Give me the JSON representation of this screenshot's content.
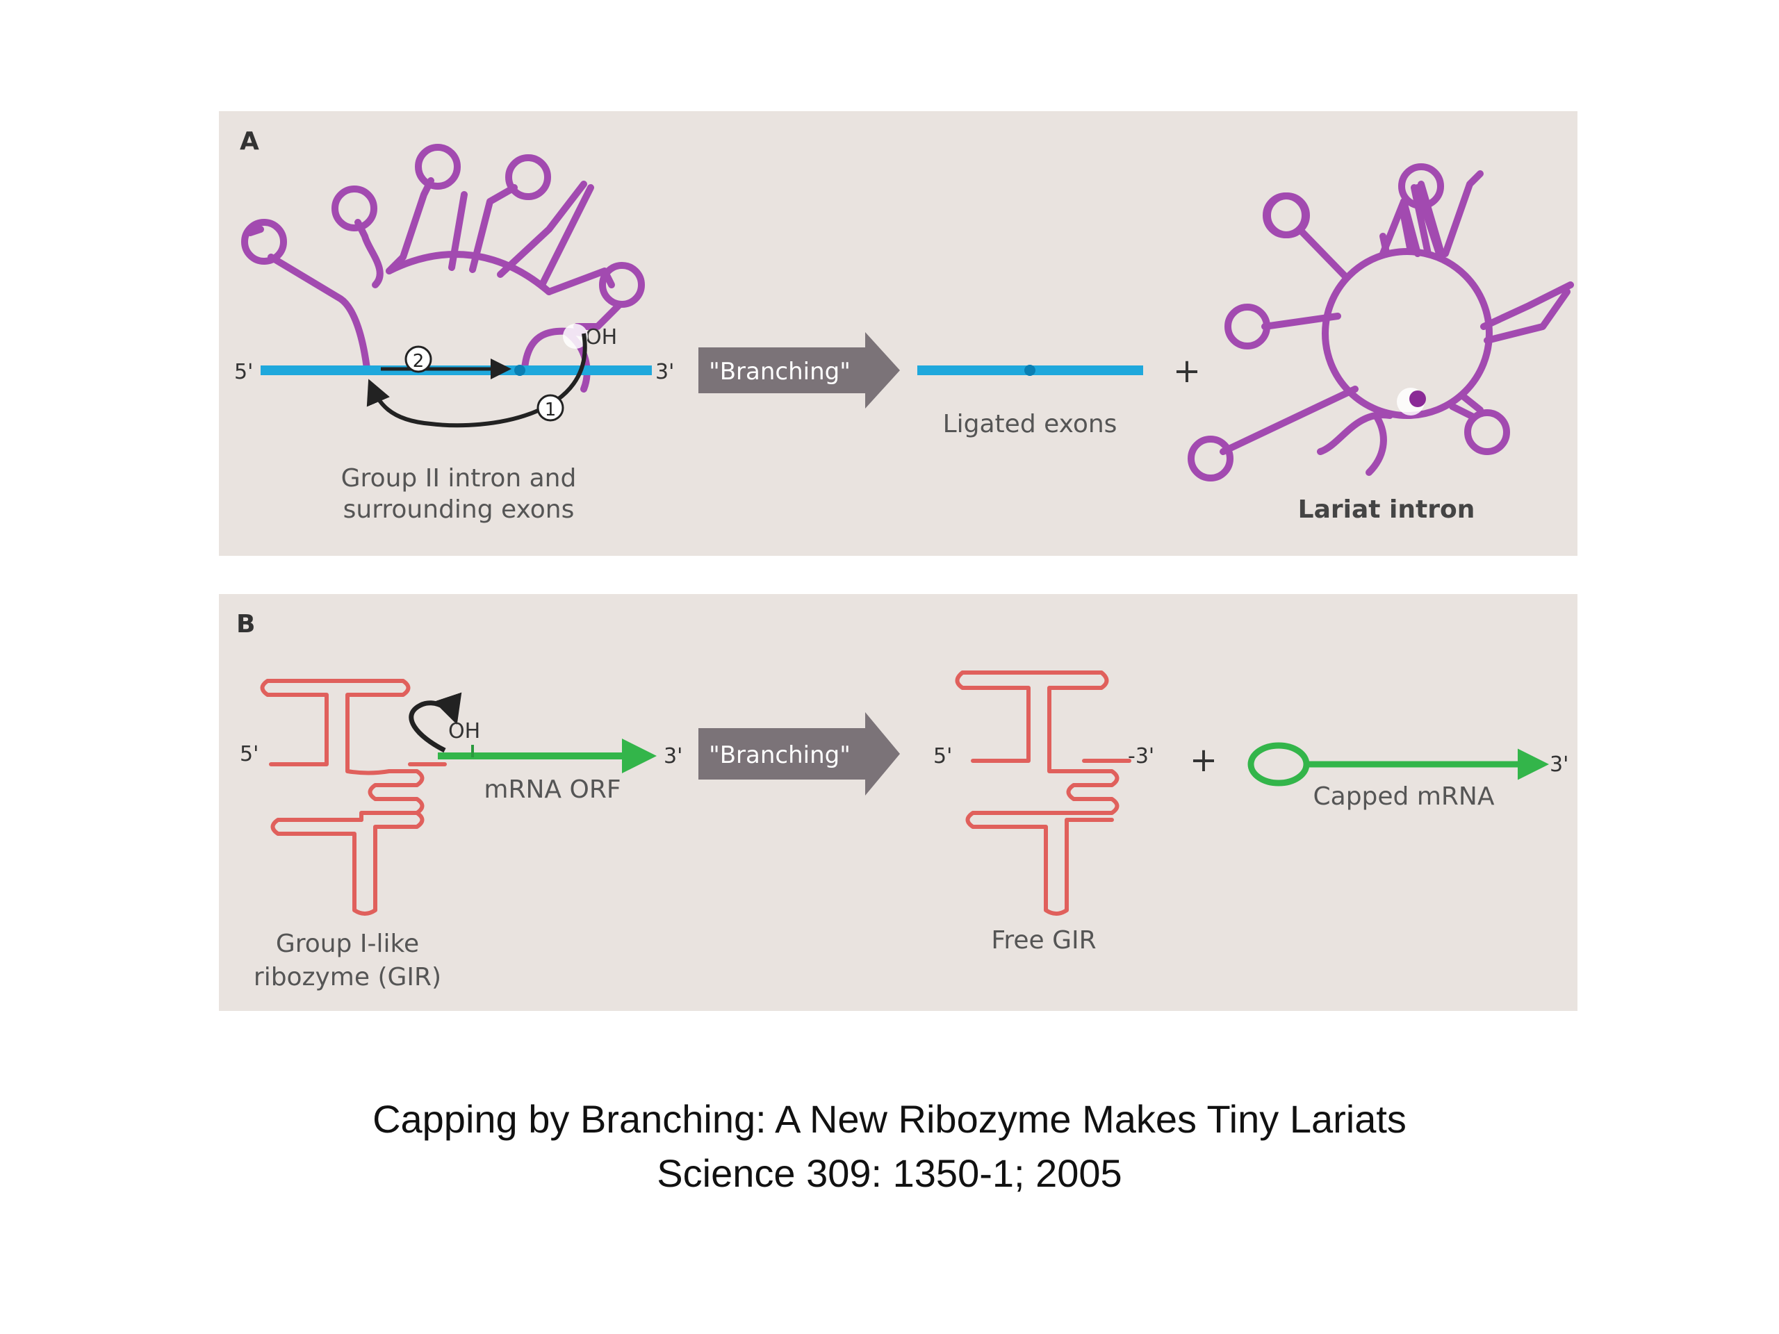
{
  "panel_a": {
    "label": "A",
    "five_prime": "5'",
    "three_prime": "3'",
    "oh_label": "OH",
    "step_1": "1",
    "step_2": "2",
    "arrow_label": "\"Branching\"",
    "left_caption_line1": "Group II intron and",
    "left_caption_line2": "surrounding exons",
    "ligated_label": "Ligated exons",
    "plus": "+",
    "lariat_label": "Lariat intron"
  },
  "panel_b": {
    "label": "B",
    "five_prime": "5'",
    "three_prime": "3'",
    "oh_label": "OH",
    "mrna_label": "mRNA ORF",
    "arrow_label": "\"Branching\"",
    "free_five_prime": "5'",
    "free_three_prime": "-3'",
    "plus": "+",
    "capped_three_prime": "3'",
    "gir_caption_line1": "Group I-like",
    "gir_caption_line2": "ribozyme (GIR)",
    "free_gir_label": "Free GIR",
    "capped_label": "Capped mRNA"
  },
  "caption": {
    "title": "Capping by Branching: A New Ribozyme Makes Tiny Lariats",
    "citation": "Science 309: 1350-1; 2005"
  },
  "colors": {
    "panel_bg": "#e9e3df",
    "intron_purple": "#a24ab0",
    "exon_blue": "#1fa8dc",
    "ribozyme_red": "#e0605c",
    "mrna_green": "#33b54a",
    "branch_arrow_gray": "#7b7378",
    "curved_arrow": "#222222"
  }
}
